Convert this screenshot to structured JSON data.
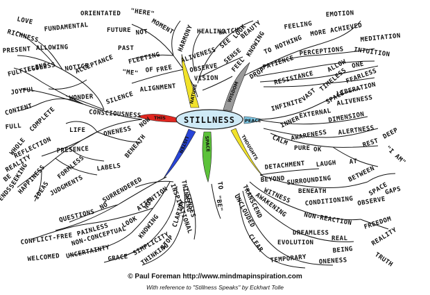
{
  "center": "STILLNESS",
  "branches": [
    {
      "label": "THIS",
      "color": "#e0261f"
    },
    {
      "label": "NATURE",
      "color": "#f1e22a"
    },
    {
      "label": "WISDOM",
      "color": "#9a9a9a"
    },
    {
      "label": "PEACE",
      "color": "#7ec9e6"
    },
    {
      "label": "THOUGHTS",
      "color": "#f1e22a"
    },
    {
      "label": "SPACE",
      "color": "#5cc23a"
    },
    {
      "label": "LISTEN",
      "color": "#2845d8"
    }
  ],
  "words": {
    "love": "LOVE",
    "orientated": "ORIENTATED",
    "here": "\"HERE\"",
    "healing": "HEALING",
    "emotion": "EMOTION",
    "richness": "RICHNESS",
    "fundamental": "FUNDAMENTAL",
    "future": "FUTURE",
    "not": "NOT",
    "moment": "MOMENT",
    "harmony": "HARMONY",
    "watch": "WATCH",
    "knowing": "KNOWING",
    "feeling": "FEELING",
    "meditation": "MEDITATION",
    "past": "PAST",
    "aliveness_n": "ALIVENESS",
    "see": "SEE",
    "look": "LOOK",
    "beauty": "BEAUTY",
    "more_achieved": "MORE ACHIEVED",
    "present": "PRESENT",
    "allowing": "ALLOWING",
    "fleeting": "FLEETING",
    "sense": "SENSE",
    "to_nothing": "TO NOTHING",
    "perceptions": "PERCEPTIONS",
    "intuition": "INTUITION",
    "acceptance": "ACCEPTANCE",
    "me": "\"ME\"",
    "of": "OF",
    "free": "FREE",
    "observe_n": "OBSERVE",
    "feel": "FEEL",
    "patience": "PATIENCE",
    "allow": "ALLOW",
    "one": "ONE",
    "fulfilling": "FULFILLING",
    "egoless": "EGOLESS",
    "notice": "NOTICE",
    "alignment": "ALIGNMENT",
    "vision": "VISION",
    "drop": "DROP",
    "resistance": "RESISTANCE",
    "timeless": "TIMELESS",
    "fearless": "FEARLESS",
    "joyful": "JOYFUL",
    "wonder": "WONDER",
    "silence": "SILENCE",
    "vast": "VAST",
    "liberation": "LIBERATION",
    "content": "CONTENT",
    "infinite": "INFINITE",
    "space_w": "SPACE",
    "aliveness_w": "ALIVENESS",
    "consciousness": "CONSCIOUSNESS",
    "full": "FULL",
    "complete": "COMPLETE",
    "inner": "INNER",
    "external": "EXTERNAL",
    "dimension": "DIMENSION",
    "oneness_n": "ONENESS",
    "now": "NOW",
    "life": "LIFE",
    "awareness": "AWARENESS",
    "alertness": "ALERTNESS",
    "whole": "WHOLE",
    "reflection": "REFLECTION",
    "calm": "CALM",
    "pure": "PURE",
    "ok": "OK",
    "rest": "REST",
    "deep": "DEEP",
    "i_am": "\"I AM\"",
    "presence": "PRESENCE",
    "beneath": "BENEATH",
    "reality": "REALITY",
    "seeking": "SEEKING",
    "formless": "FORMLESS",
    "be": "BE",
    "happiness": "HAPPINESS",
    "judgments": "JUDGMENTS",
    "labels": "LABELS",
    "detachment": "DETACHMENT",
    "laugh": "LAUGH",
    "at": "AT",
    "ideas": "IDEAS",
    "surrendered": "SURRENDERED",
    "to": "TO",
    "be_q": "\"BE\"",
    "beyond": "BEYOND",
    "surrounding": "SURROUNDING",
    "between": "BETWEEN",
    "ends": "ENDS",
    "no": "NO",
    "attention": "ATTENTION",
    "witness": "WITNESS",
    "beneath2": "BENEATH",
    "space_g": "SPACE",
    "gaps": "GAPS",
    "questions": "QUESTIONS",
    "inspirational": "INSPIRATIONAL",
    "thinking_s": "THINKING",
    "conditioning": "CONDITIONING",
    "observe_w": "OBSERVE",
    "look_w": "LOOK",
    "not_w": "NOT",
    "senses": "SENSES",
    "transcend": "TRANSCEND",
    "awakening": "AWAKENING",
    "non_reaction": "NON-REACTION",
    "conflict_free": "CONFLICT-FREE",
    "painless": "PAINLESS",
    "knowing_w": "KNOWING",
    "clarity": "CLARITY",
    "stop": "STOP",
    "freedom": "FREEDOM",
    "non_conceptual": "NON-CONCEPTUAL",
    "unclouded": "UNCLOUDED",
    "dreamless": "DREAMLESS",
    "real": "REAL",
    "reality_t": "REALITY",
    "uncertainty": "UNCERTAINTY",
    "simplicity": "SIMPLICITY",
    "clear": "CLEAR",
    "evolution": "EVOLUTION",
    "being": "BEING",
    "truth": "TRUTH",
    "welcomed": "WELCOMED",
    "grace": "GRACE",
    "thinking_g": "THINKING",
    "temporary": "TEMPORARY",
    "oneness_t": "ONENESS"
  },
  "footer": {
    "credit": "© Paul Foreman http://www.mindmapinspiration.com",
    "reference": "With reference to \"Stillness Speaks\" by Eckhart Tolle"
  }
}
